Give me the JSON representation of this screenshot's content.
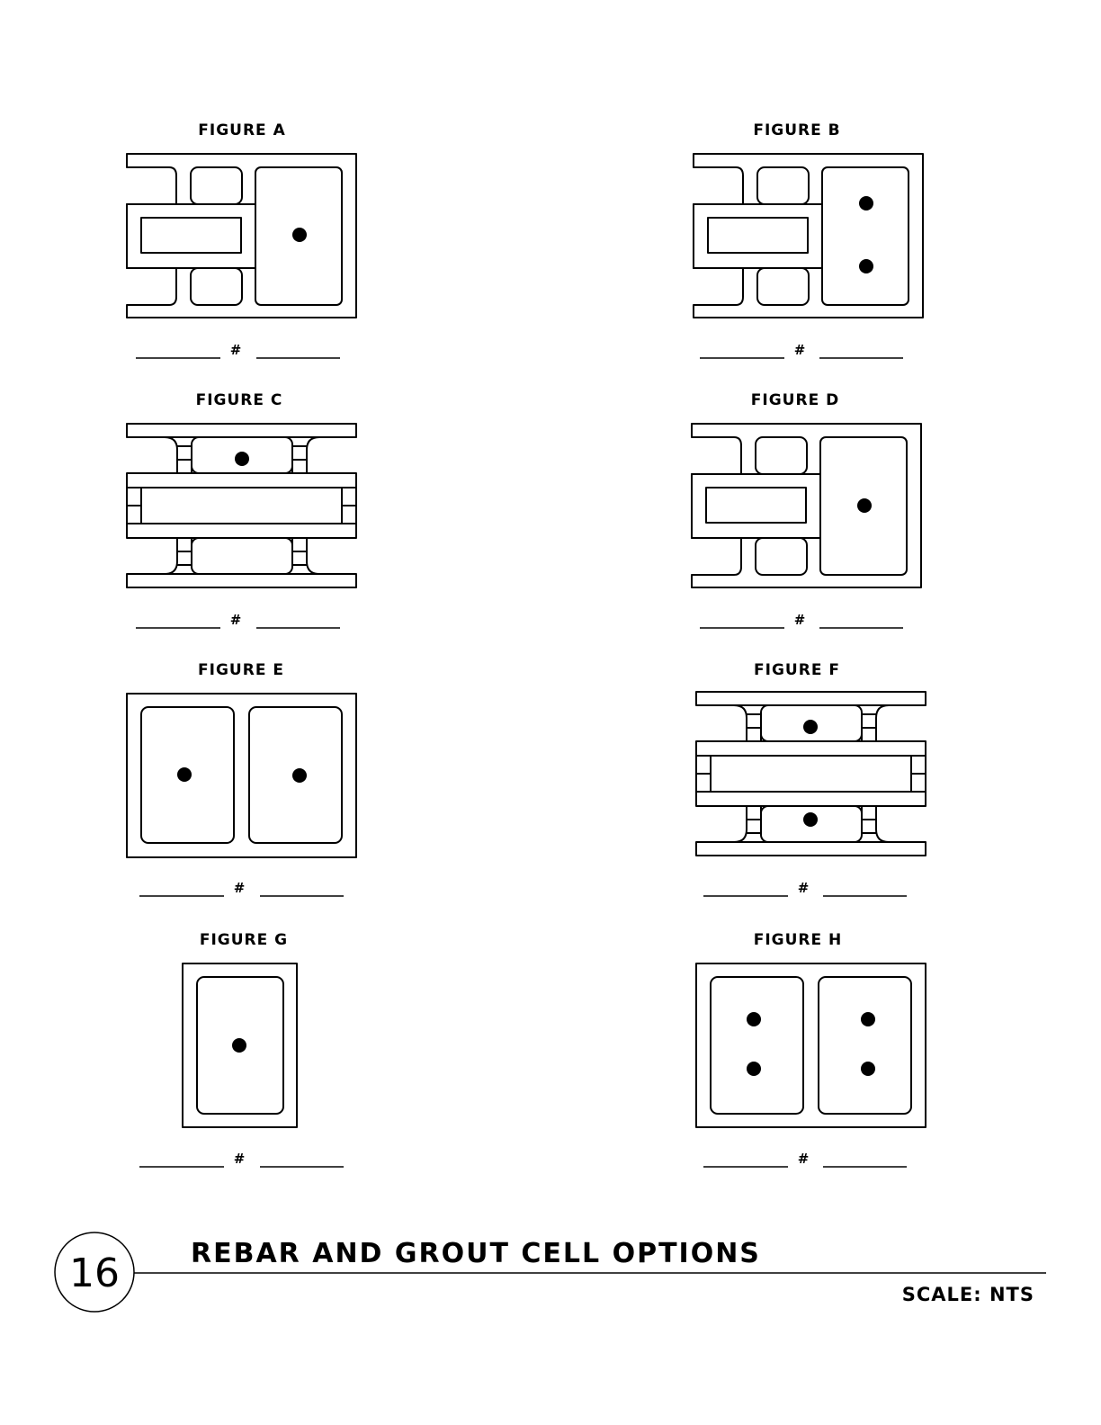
{
  "figures": {
    "a": {
      "caption": "FIGURE A",
      "blank_symbol": "#"
    },
    "b": {
      "caption": "FIGURE B",
      "blank_symbol": "#"
    },
    "c": {
      "caption": "FIGURE C",
      "blank_symbol": "#"
    },
    "d": {
      "caption": "FIGURE D",
      "blank_symbol": "#"
    },
    "e": {
      "caption": "FIGURE E",
      "blank_symbol": "#"
    },
    "f": {
      "caption": "FIGURE F",
      "blank_symbol": "#"
    },
    "g": {
      "caption": "FIGURE G",
      "blank_symbol": "#"
    },
    "h": {
      "caption": "FIGURE H",
      "blank_symbol": "#"
    }
  },
  "title_block": {
    "detail_number": "16",
    "title": "REBAR AND GROUT CELL OPTIONS",
    "scale": "SCALE: NTS"
  }
}
